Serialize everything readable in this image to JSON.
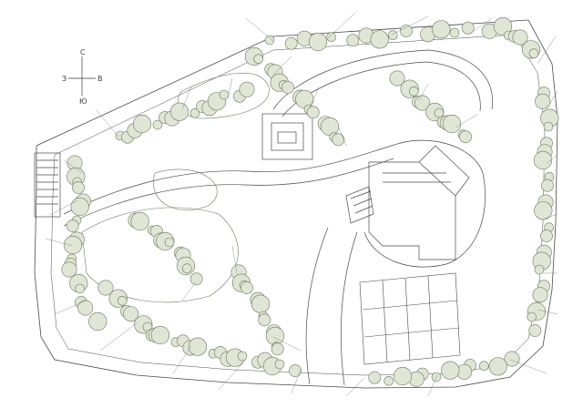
{
  "compass": {
    "north": "С",
    "west": "З",
    "east": "В",
    "south": "Ю"
  },
  "colors": {
    "line": "#4a4a4a",
    "plant_fill": "#dfe6d5",
    "shrub_stroke": "#6b7a5e",
    "paper": "#ffffff"
  }
}
